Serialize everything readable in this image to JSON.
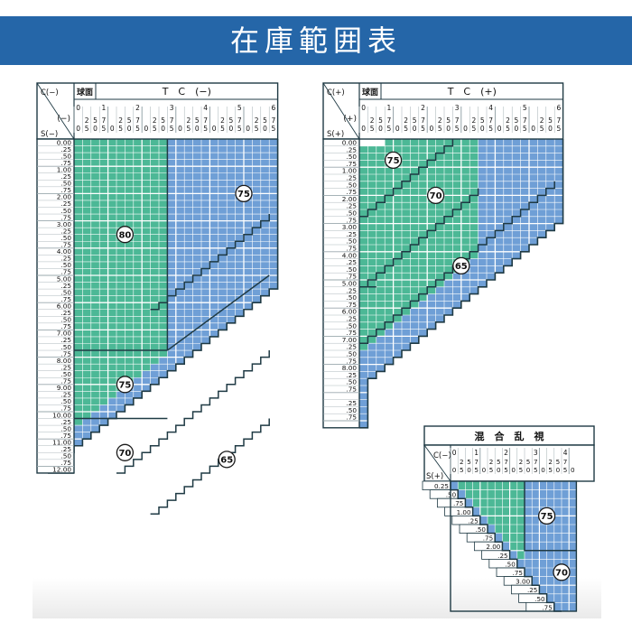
{
  "title": "在庫範囲表",
  "colors": {
    "green": "#4cb896",
    "blue": "#6f9fd6",
    "line": "#1f3a44",
    "grid": "#ffffff",
    "banner": "#2566a8"
  },
  "tables": [
    {
      "id": "minus",
      "corner_c": "C(−)",
      "corner_s": "S(−)",
      "sphere_label": "球面",
      "sign_label": "(−)",
      "tc_header": "T　C　(−)",
      "cyl_int_labels": [
        "0",
        "1",
        "2",
        "3",
        "4",
        "5",
        "6"
      ],
      "cyl_frac_labels": [
        "0",
        "25",
        "50",
        "75"
      ],
      "sphere_int_labels": [
        "0.00",
        "1.00",
        "2.00",
        "3.00",
        "4.00",
        "5.00",
        "6.00",
        "7.00",
        "8.00",
        "9.00",
        "10.00",
        "11.00",
        "12.00"
      ],
      "sphere_frac_labels": [
        ".25",
        ".50",
        ".75"
      ],
      "zones": [
        {
          "label": "80",
          "color": "green"
        },
        {
          "label": "75",
          "color": "blue"
        },
        {
          "label": "75",
          "color": "green"
        },
        {
          "label": "70",
          "color": "green"
        },
        {
          "label": "65",
          "color": "blue"
        }
      ]
    },
    {
      "id": "plus",
      "corner_c": "C(+)",
      "corner_s": "S(+)",
      "sphere_label": "球面",
      "sign_label": "(+)",
      "tc_header": "T　C　(+)",
      "cyl_int_labels": [
        "0",
        "1",
        "2",
        "3",
        "4",
        "5",
        "6"
      ],
      "cyl_frac_labels": [
        "0",
        "25",
        "50",
        "75"
      ],
      "sphere_int_labels": [
        "0.00",
        "1.00",
        "2.00",
        "3.00",
        "4.00",
        "5.00",
        "6.00",
        "7.00",
        "8.00"
      ],
      "sphere_frac_labels": [
        ".25",
        ".50",
        ".75"
      ],
      "zones": [
        {
          "label": "75",
          "color": "green"
        },
        {
          "label": "70",
          "color": "green"
        },
        {
          "label": "65",
          "color": "blue"
        }
      ]
    },
    {
      "id": "mixed",
      "header": "混　合　乱　視",
      "corner_c": "C(−)",
      "corner_s": "S(+)",
      "cyl_int_labels": [
        "0",
        "1",
        "2",
        "3",
        "4"
      ],
      "cyl_frac_labels": [
        "0",
        "25",
        "50",
        "75"
      ],
      "sphere_labels": [
        "0.25",
        ".50",
        ".75",
        "1.00",
        ".25",
        ".50",
        ".75",
        "2.00",
        ".25",
        ".50",
        ".75",
        "3.00",
        ".25",
        ".50",
        ".75"
      ],
      "zones": [
        {
          "label": "75",
          "color": "blue"
        },
        {
          "label": "70",
          "color": "blue"
        }
      ]
    }
  ]
}
